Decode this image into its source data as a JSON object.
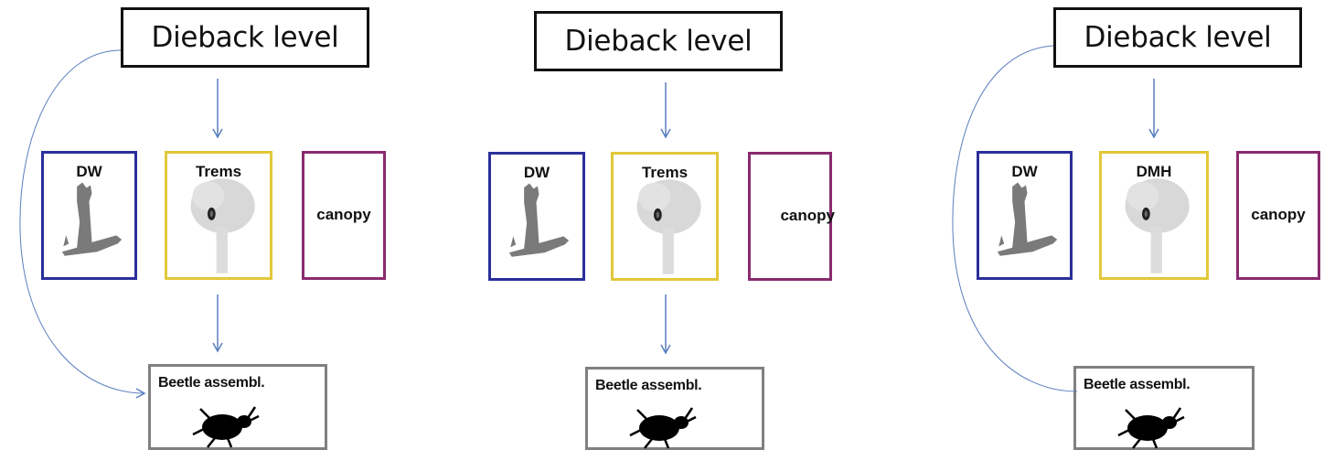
{
  "panels": [
    {
      "dieback_label": "Dieback level",
      "dw_label": "DW",
      "middle_label": "Trems",
      "canopy_label": "canopy",
      "beetle_label": "Beetle assembl.",
      "direct_link": "arrow",
      "indirect_arrows": true
    },
    {
      "dieback_label": "Dieback level",
      "dw_label": "DW",
      "middle_label": "Trems",
      "canopy_label": "canopy",
      "beetle_label": "Beetle assembl.",
      "direct_link": "none",
      "indirect_arrows": true
    },
    {
      "dieback_label": "Dieback level",
      "dw_label": "DW",
      "middle_label": "DMH",
      "canopy_label": "canopy",
      "beetle_label": "Beetle assembl.",
      "direct_link": "line",
      "indirect_arrows": "top-only"
    }
  ],
  "colors": {
    "arrow": "#5b7fbf",
    "dw_border": "#2b2f9a",
    "middle_border": "#e2c83a",
    "canopy_border": "#8a2a6e",
    "beetle_border": "#808080",
    "deadwood_fill": "#7a7a7a",
    "tree_fill": "#d8d8d8"
  }
}
